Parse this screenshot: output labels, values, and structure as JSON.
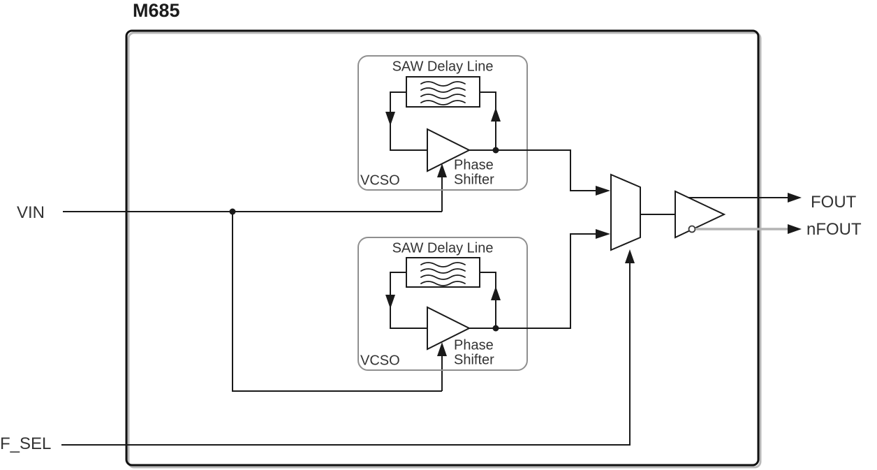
{
  "title": "M685",
  "ports": {
    "vin": "VIN",
    "f_sel": "F_SEL",
    "fout": "FOUT",
    "nfout": "nFOUT"
  },
  "vcso_top": {
    "block_label": "VCSO",
    "delay_line_label": "SAW Delay Line",
    "phase_shifter_line1": "Phase",
    "phase_shifter_line2": "Shifter"
  },
  "vcso_bottom": {
    "block_label": "VCSO",
    "delay_line_label": "SAW Delay Line",
    "phase_shifter_line1": "Phase",
    "phase_shifter_line2": "Shifter"
  },
  "colors": {
    "line": "#1a1a1a",
    "nfout_line": "#b3b3b3",
    "block_border": "#8f8f8f",
    "text": "#2b2b2b",
    "background": "#ffffff"
  }
}
